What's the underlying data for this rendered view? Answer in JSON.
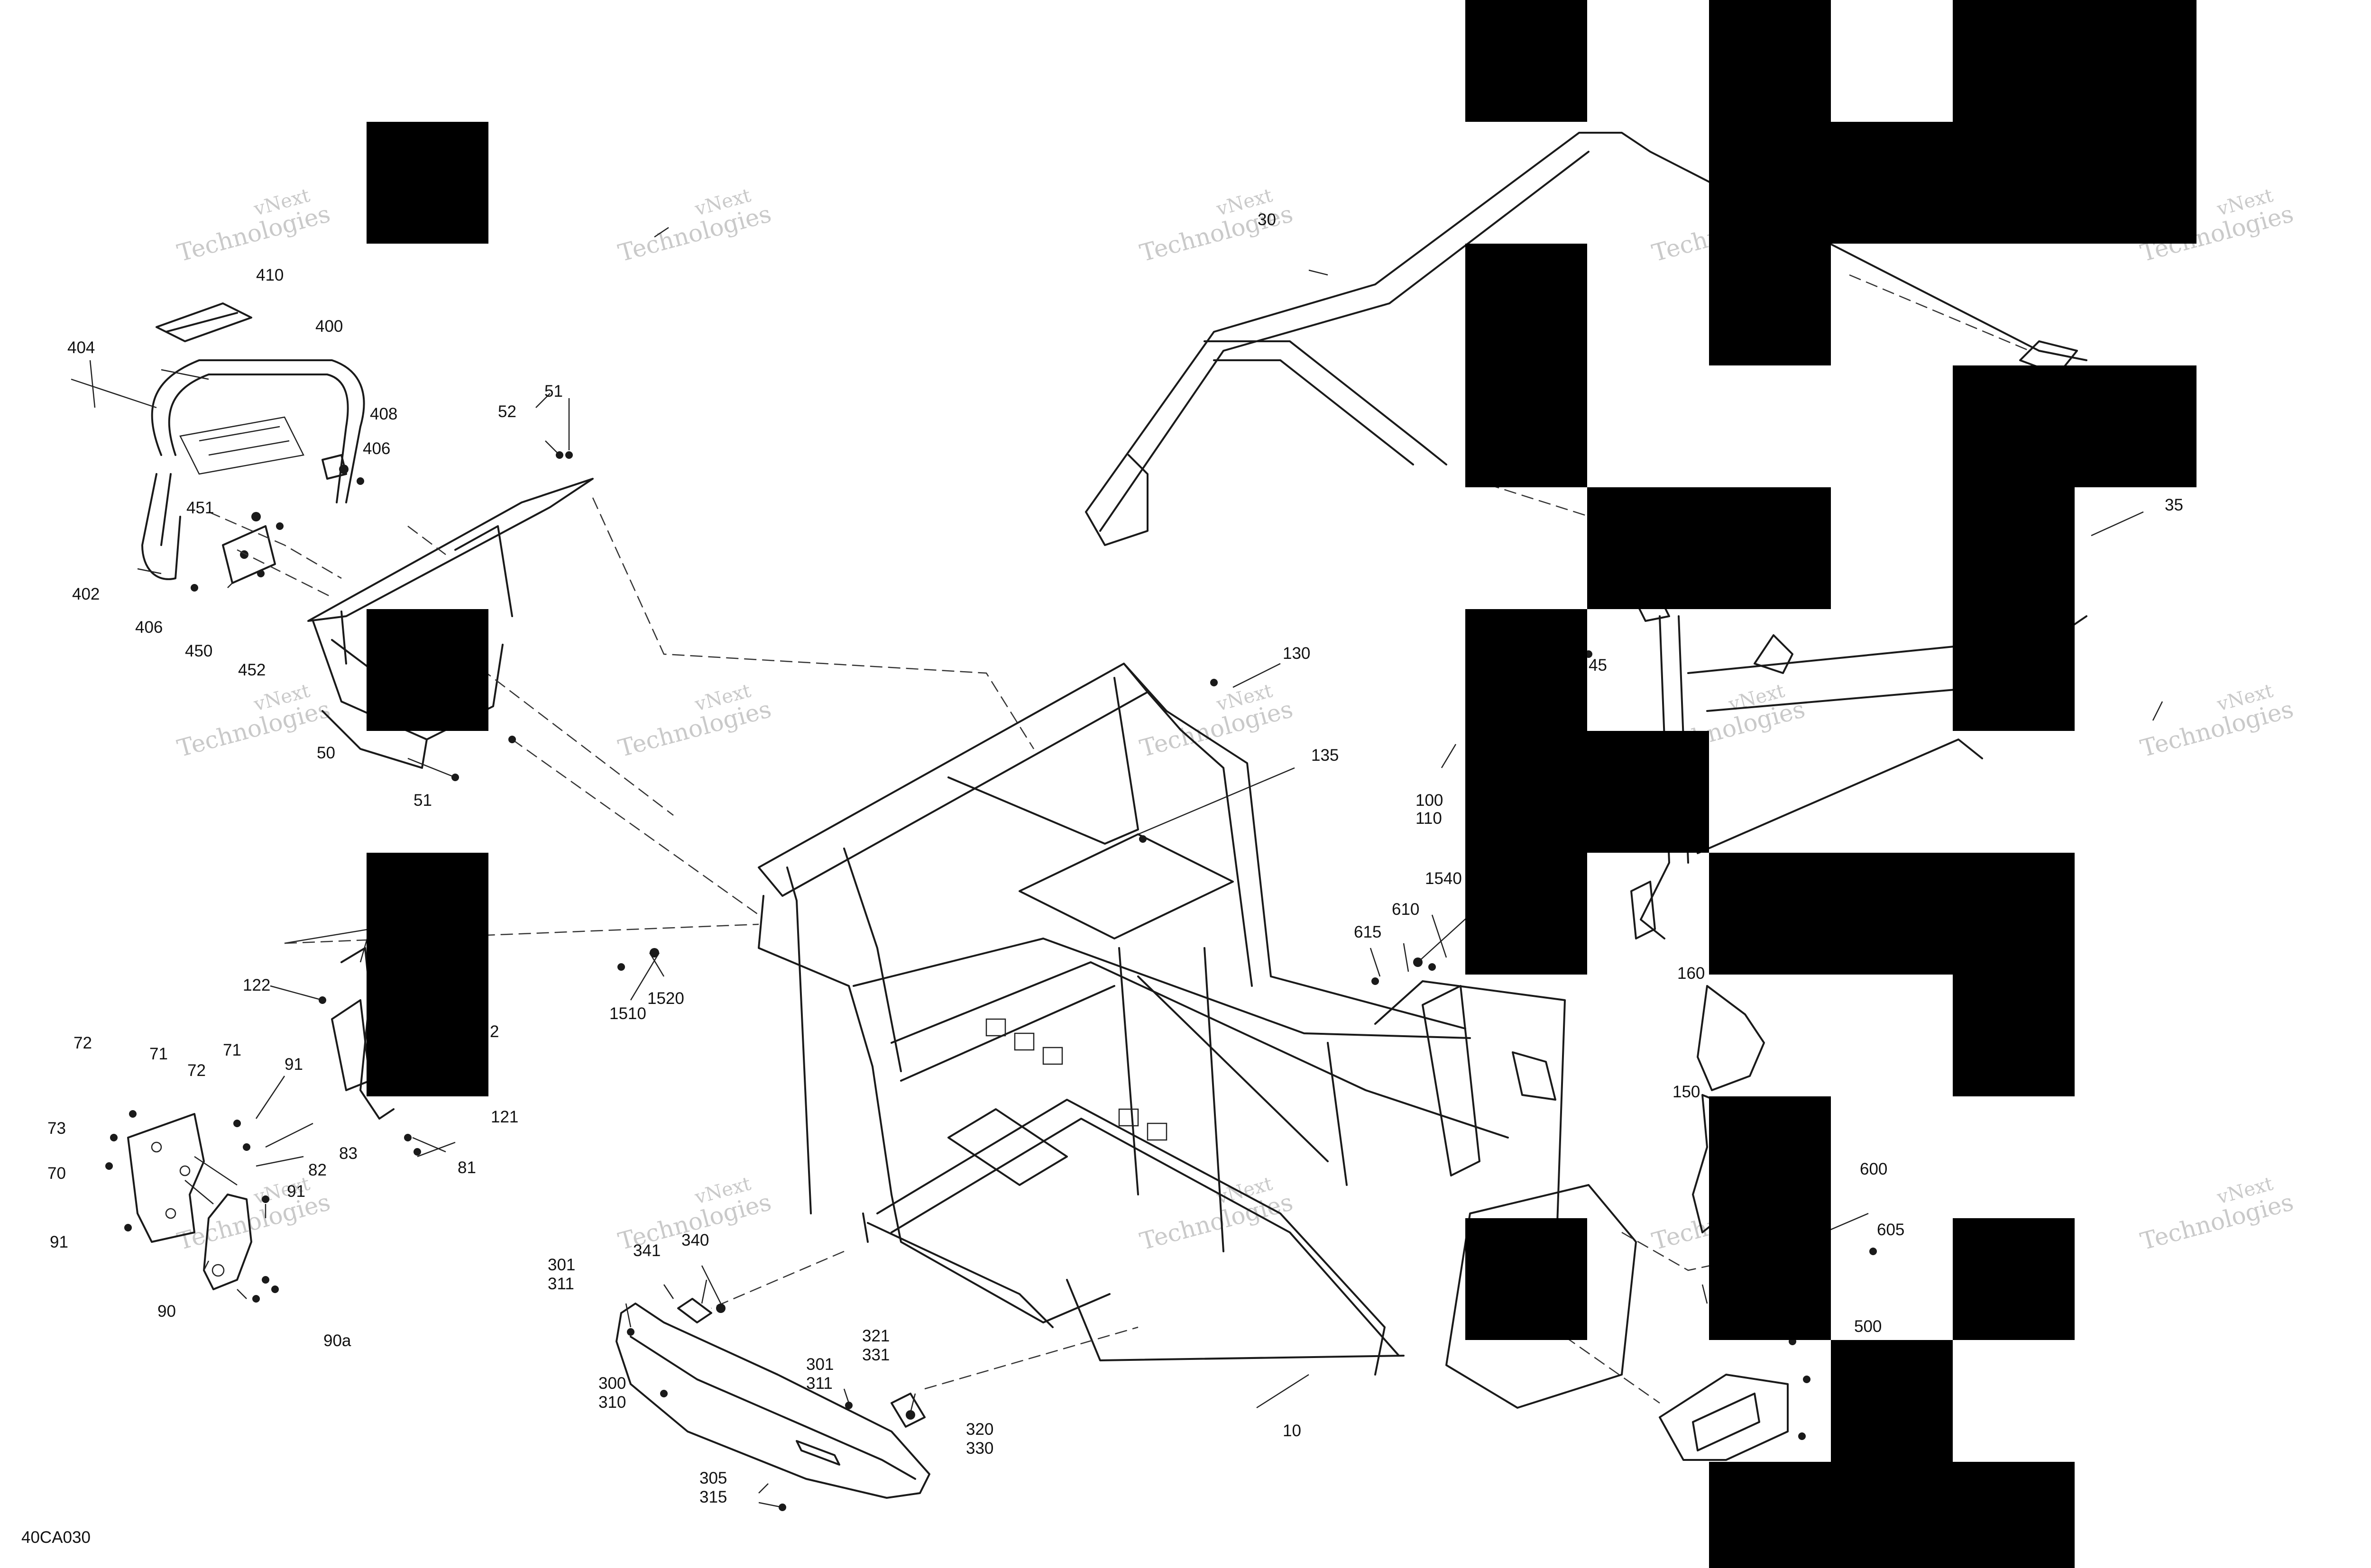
{
  "diagram_id": "40CA030",
  "watermark": [
    "vNext",
    "Technologies"
  ],
  "callouts": [
    "30",
    "35",
    "45",
    "50",
    "51",
    "52",
    "70",
    "71",
    "72",
    "73",
    "81",
    "82",
    "83",
    "90",
    "90a",
    "91",
    "100",
    "110",
    "121",
    "122",
    "130",
    "135",
    "150",
    "160",
    "300",
    "301",
    "305",
    "310",
    "311",
    "315",
    "320",
    "321",
    "330",
    "331",
    "340",
    "341",
    "400",
    "402",
    "404",
    "406",
    "408",
    "410",
    "450",
    "451",
    "452",
    "500",
    "600",
    "605",
    "610",
    "615",
    "1510",
    "1520",
    "1540",
    "10"
  ],
  "labels": {
    "l410": "410",
    "l400": "400",
    "l404": "404",
    "l408": "408",
    "l406a": "406",
    "l451": "451",
    "l402": "402",
    "l406b": "406",
    "l450": "450",
    "l452": "452",
    "l52": "52",
    "l51a": "51",
    "l50": "50",
    "l51b": "51",
    "l30": "30",
    "l35": "35",
    "l130": "130",
    "l135": "135",
    "l45": "45",
    "l100": "100",
    "l110": "110",
    "l1540": "1540",
    "l610": "610",
    "l615": "615",
    "l1510": "1510",
    "l1520": "1520",
    "l122": "122",
    "l121": "121",
    "l72a": "72",
    "l71a": "71",
    "l72b": "72",
    "l71b": "71",
    "l91a": "91",
    "l73": "73",
    "l70": "70",
    "l83": "83",
    "l82": "82",
    "l81": "81",
    "l91b": "91",
    "l91c": "91",
    "l90": "90",
    "l90a": "90a",
    "l160": "160",
    "l150": "150",
    "l600": "600",
    "l605": "605",
    "l301a": "301",
    "l311a": "311",
    "l341": "341",
    "l340": "340",
    "l300": "300",
    "l310": "310",
    "l301b": "301",
    "l311b": "311",
    "l321": "321",
    "l331": "331",
    "l320": "320",
    "l330": "330",
    "l305": "305",
    "l315": "315",
    "l500": "500",
    "l10": "10",
    "l2": "2"
  }
}
